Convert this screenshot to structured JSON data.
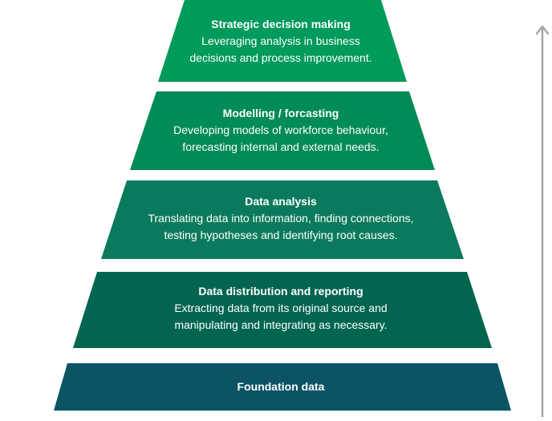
{
  "pyramid": {
    "tiers": [
      {
        "title": "Strategic decision making",
        "lines": [
          "Leveraging analysis in business",
          "decisions and process improvement."
        ],
        "color": "#009a5b"
      },
      {
        "title": "Modelling / forcasting",
        "lines": [
          "Developing models of workforce behaviour,",
          "forecasting internal and external needs."
        ],
        "color": "#008b57"
      },
      {
        "title": "Data analysis",
        "lines": [
          "Translating data into information, finding connections,",
          "testing hypotheses and identifying root causes."
        ],
        "color": "#0b7a5c"
      },
      {
        "title": "Data distribution and reporting",
        "lines": [
          "Extracting data from its original source and",
          "manipulating and integrating as necessary."
        ],
        "color": "#02654f"
      },
      {
        "title": "Foundation data",
        "lines": [],
        "color": "#0b5465"
      }
    ]
  },
  "arrow": {
    "color": "#a6a6a6",
    "direction": "up"
  }
}
